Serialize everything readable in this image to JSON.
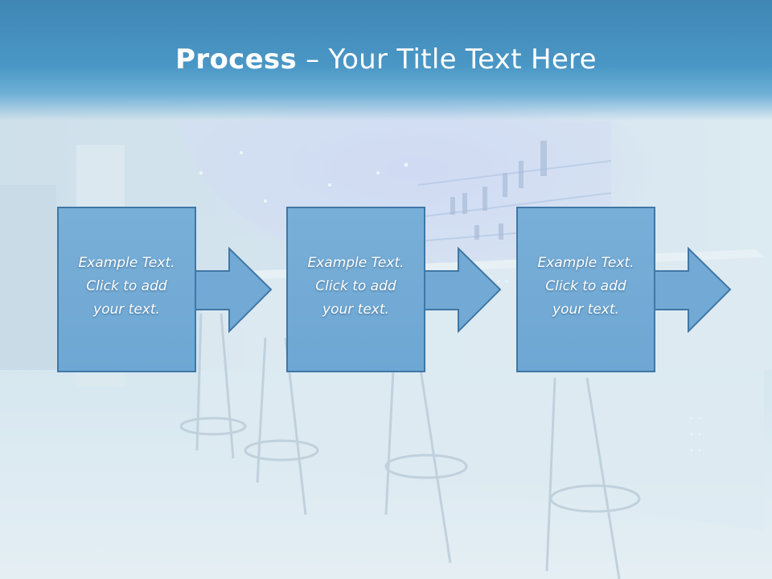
{
  "slide": {
    "title_bold": "Process",
    "title_rest": " – Your Title Text Here"
  },
  "steps": [
    {
      "text": "Example Text.\nClick  to add\nyour text."
    },
    {
      "text": "Example Text.\nClick  to add\nyour text."
    },
    {
      "text": "Example Text.\nClick  to add\nyour text."
    }
  ],
  "colors": {
    "header": "#4a97c6",
    "box_fill": "#72aad5",
    "box_border": "#3f77a6",
    "text": "#ffffff"
  }
}
